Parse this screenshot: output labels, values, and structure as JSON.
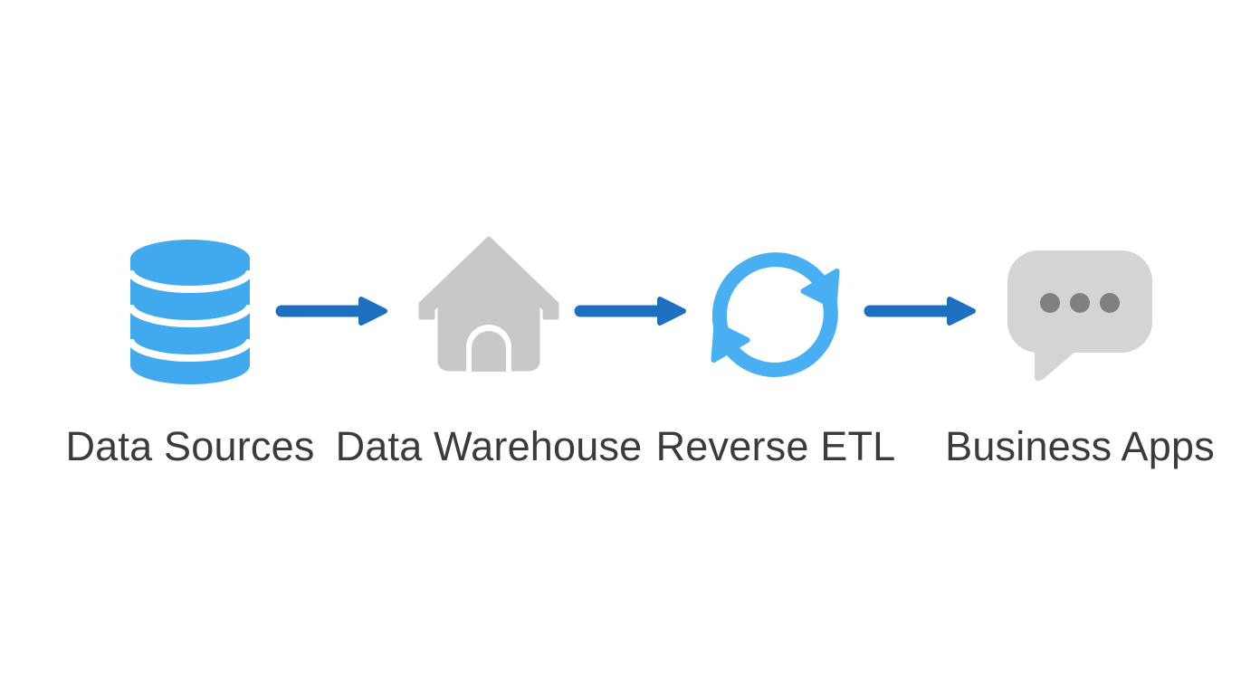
{
  "diagram": {
    "nodes": [
      {
        "label": "Data Sources",
        "icon": "database-icon"
      },
      {
        "label": "Data Warehouse",
        "icon": "house-icon"
      },
      {
        "label": "Reverse ETL",
        "icon": "sync-icon"
      },
      {
        "label": "Business Apps",
        "icon": "chat-bubble-icon"
      }
    ],
    "connectors": [
      {
        "icon": "arrow-right-icon"
      },
      {
        "icon": "arrow-right-icon"
      },
      {
        "icon": "arrow-right-icon"
      }
    ]
  },
  "colors": {
    "database_blue": "#41a9ee",
    "sync_blue": "#47aff2",
    "arrow_blue": "#1d70c0",
    "house_gray": "#c6c8ca",
    "bubble_gray": "#d2d4d6",
    "dot_gray": "#7e8184",
    "label_text": "#3b3b3d",
    "background": "#ffffff"
  }
}
